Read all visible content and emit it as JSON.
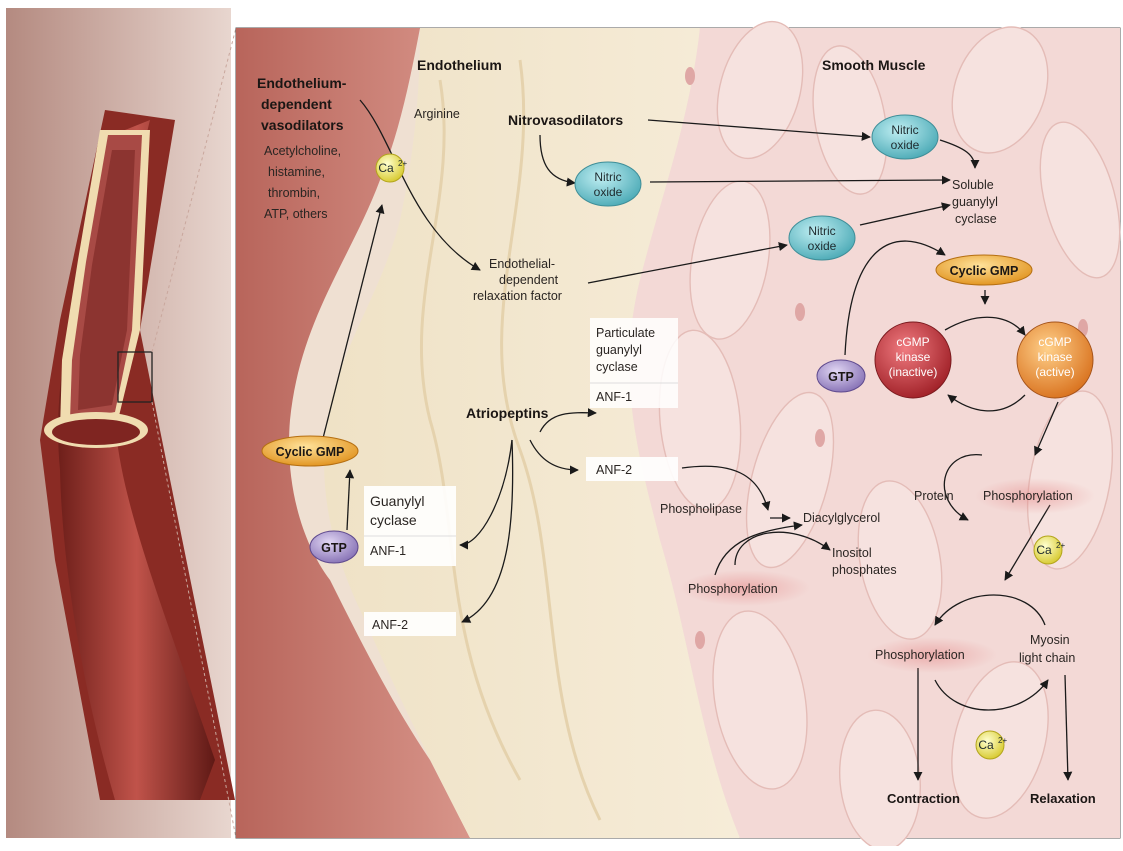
{
  "regions": {
    "endothelium": "Endothelium",
    "smooth_muscle": "Smooth Muscle"
  },
  "labels": {
    "endo_vasodilators_title": [
      "Endothelium-",
      "dependent",
      "vasodilators"
    ],
    "endo_vasodilators_list": [
      "Acetylcholine,",
      "histamine,",
      "thrombin,",
      "ATP, others"
    ],
    "arginine": "Arginine",
    "nitrovasodilators": "Nitrovasodilators",
    "edrf": [
      "Endothelial-",
      "dependent",
      "relaxation factor"
    ],
    "soluble_gc": [
      "Soluble",
      "guanylyl",
      "cyclase"
    ],
    "particulate_gc": [
      "Particulate",
      "guanylyl",
      "cyclase"
    ],
    "atriopeptins": "Atriopeptins",
    "guanylyl_cyclase": [
      "Guanylyl",
      "cyclase"
    ],
    "phospholipase": "Phospholipase",
    "diacylglycerol": "Diacylglycerol",
    "inositol": [
      "Inositol",
      "phosphates"
    ],
    "phosphorylation_mid": "Phosphorylation",
    "protein": "Protein",
    "phosphorylation_right": "Phosphorylation",
    "phosphorylation_low": "Phosphorylation",
    "myosin": [
      "Myosin",
      "light chain"
    ],
    "contraction": "Contraction",
    "relaxation": "Relaxation"
  },
  "nodes": {
    "ca": "Ca",
    "ca_sup": "2+",
    "nitric_oxide": [
      "Nitric",
      "oxide"
    ],
    "cyclic_gmp": "Cyclic GMP",
    "gtp": "GTP",
    "kinase_inactive": [
      "cGMP",
      "kinase",
      "(inactive)"
    ],
    "kinase_active": [
      "cGMP",
      "kinase",
      "(active)"
    ]
  },
  "boxes": {
    "anf1": "ANF-1",
    "anf2": "ANF-2"
  },
  "colors": {
    "nitric_oxide": "#6fc3cc",
    "cyclic_gmp": "#f0a12a",
    "gtp": "#9b86c4",
    "ca": "#efe35a",
    "kinase_inactive": "#b52a30",
    "kinase_active": "#e5812a",
    "endothelium": "#c9796c",
    "smooth_muscle": "#f3d9d6"
  }
}
